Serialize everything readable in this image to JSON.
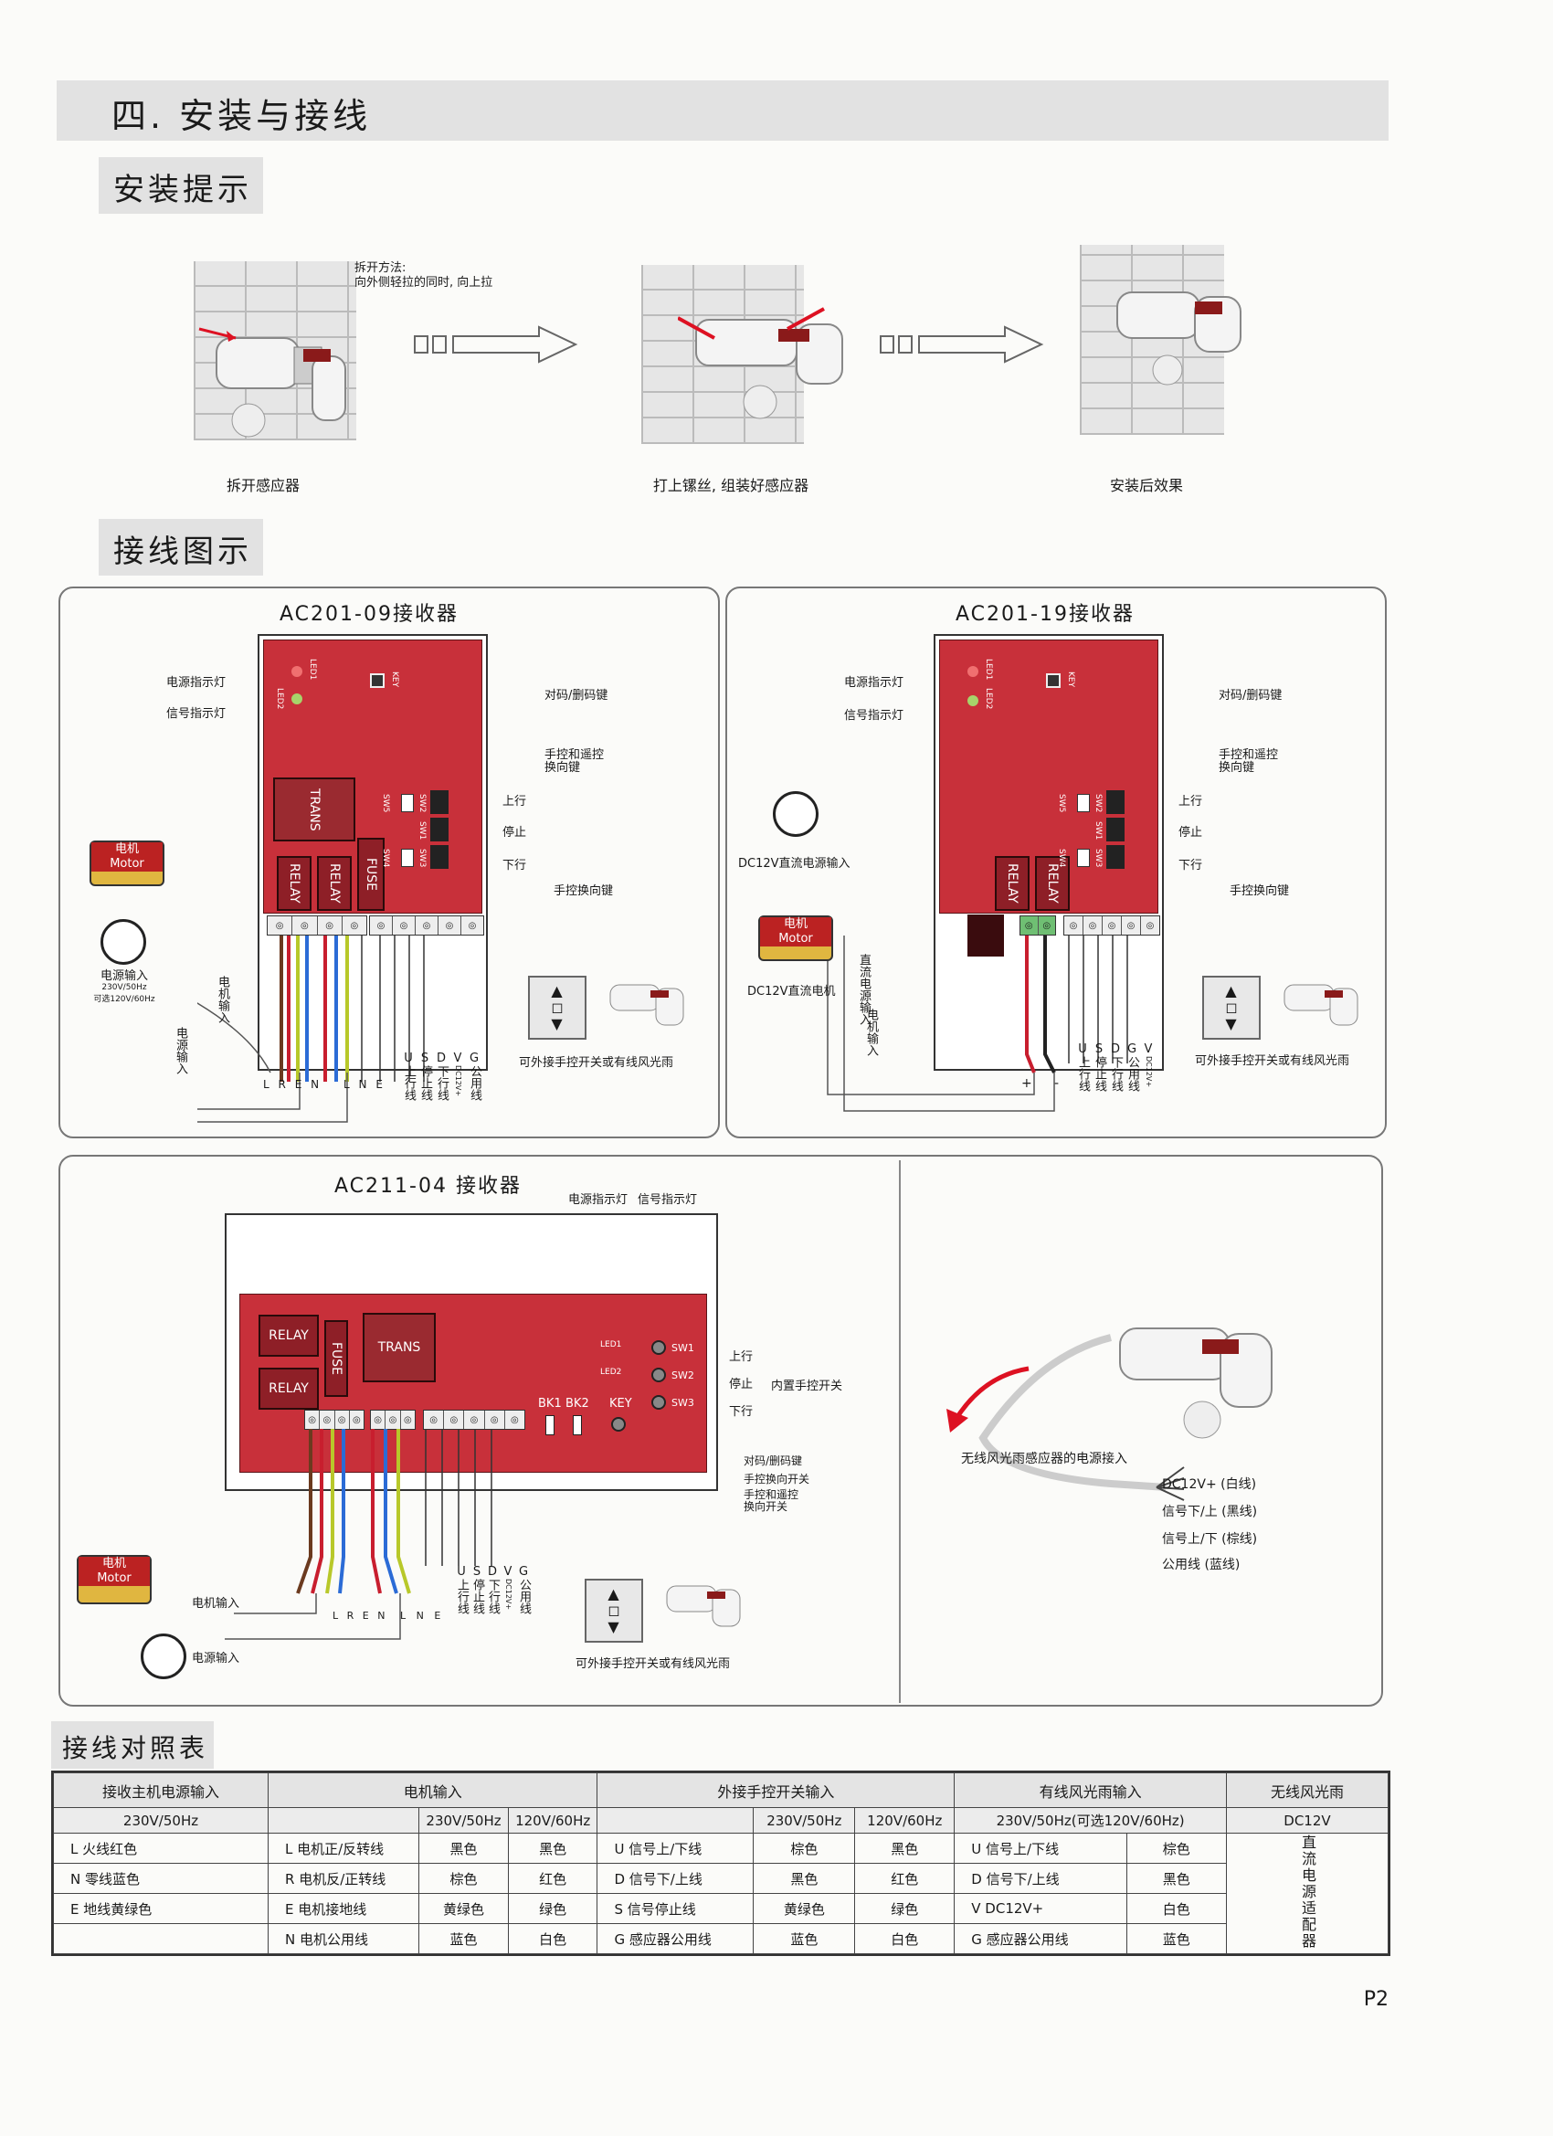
{
  "header": {
    "title": "四. 安装与接线"
  },
  "install": {
    "heading": "安装提示",
    "tip_line1": "拆开方法:",
    "tip_line2": "向外侧轻拉的同时, 向上拉",
    "step1": "拆开感应器",
    "step2": "打上镙丝, 组装好感应器",
    "step3": "安装后效果"
  },
  "wiring": {
    "heading": "接线图示",
    "common": {
      "power_led": "电源指示灯",
      "signal_led": "信号指示灯",
      "pair_key": "对码/删码键",
      "dir_key": "手控和遥控",
      "dir_key2": "换向键",
      "up": "上行",
      "stop": "停止",
      "down": "下行",
      "manual_dir": "手控换向键",
      "trans": "TRANS",
      "relay": "RELAY",
      "fuse": "FUSE",
      "key": "KEY",
      "led1": "LED1",
      "led2": "LED2",
      "sw5": "SW5",
      "sw2": "SW2",
      "sw1": "SW1",
      "sw4": "SW4",
      "sw3": "SW3",
      "motor_cn": "电机",
      "motor_en": "Motor",
      "motor_input": "电机输入",
      "power_input": "电源输入",
      "volt1": "230V/50Hz",
      "volt2": "可选120V/60Hz",
      "ext_switch": "可外接手控开关或有线风光雨",
      "term_u": "U",
      "term_s": "S",
      "term_d": "D",
      "term_v": "V",
      "term_g": "G",
      "col_u": "上行线",
      "col_s": "停止线",
      "col_d": "下行线",
      "col_v": "DC12V+",
      "col_g": "公用线",
      "l": "L",
      "r": "R",
      "e": "E",
      "n": "N"
    },
    "p1": {
      "title": "AC201-09接收器"
    },
    "p2": {
      "title": "AC201-19接收器",
      "dc_in": "DC12V直流电源输入",
      "dc_motor": "DC12V直流电机",
      "dc_power_in": "直流电源输入",
      "plus": "+",
      "minus": "-"
    },
    "p3": {
      "title": "AC211-04 接收器",
      "bk1": "BK1",
      "bk2": "BK2",
      "inner_switch": "内置手控开关",
      "manual_dir_switch": "手控换向开关",
      "dir_switch": "手控和遥控",
      "dir_switch2": "换向开关"
    },
    "p4": {
      "label": "无线风光雨感应器的电源接入",
      "w1": "DC12V+ (白线)",
      "w2": "信号下/上 (黑线)",
      "w3": "信号上/下 (棕线)",
      "w4": "公用线 (蓝线)"
    }
  },
  "table": {
    "heading": "接线对照表",
    "h": [
      "接收主机电源输入",
      "电机输入",
      "外接手控开关输入",
      "有线风光雨输入",
      "无线风光雨"
    ],
    "sub": {
      "a": "230V/50Hz",
      "b1": "230V/50Hz",
      "b2": "120V/60Hz",
      "c1": "230V/50Hz",
      "c2": "120V/60Hz",
      "d": "230V/50Hz(可选120V/60Hz)",
      "e": "DC12V"
    },
    "rows": [
      [
        "L  火线红色",
        "L 电机正/反转线",
        "黑色",
        "黑色",
        "U  信号上/下线",
        "棕色",
        "黑色",
        "U  信号上/下线",
        "棕色"
      ],
      [
        "N  零线蓝色",
        "R 电机反/正转线",
        "棕色",
        "红色",
        "D  信号下/上线",
        "黑色",
        "红色",
        "D  信号下/上线",
        "黑色"
      ],
      [
        "E  地线黄绿色",
        "E 电机接地线",
        "黄绿色",
        "绿色",
        "S  信号停止线",
        "黄绿色",
        "绿色",
        "V  DC12V+",
        "白色"
      ],
      [
        "",
        "N 电机公用线",
        "蓝色",
        "白色",
        "G  感应器公用线",
        "蓝色",
        "白色",
        "G  感应器公用线",
        "蓝色"
      ]
    ],
    "wireless": "直流电源适配器"
  },
  "footer": {
    "page": "P2"
  },
  "colors": {
    "board": "#c8303a",
    "banner": "#e2e2e2"
  }
}
